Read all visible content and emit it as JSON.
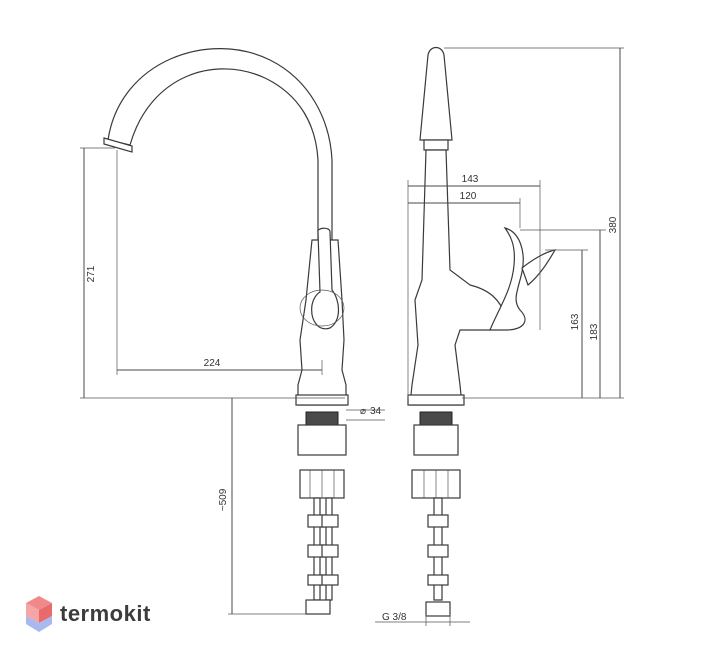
{
  "dimensions": {
    "height_spout": "271",
    "reach": "224",
    "diameter_symbol": "⌀",
    "diameter": "34",
    "hose_length": "~509",
    "handle_reach_total": "143",
    "handle_reach": "120",
    "handle_height": "163",
    "height_to_handle": "183",
    "total_height": "380",
    "thread": "G 3/8"
  },
  "brand": {
    "name": "termokit",
    "text_color": "#3c3c3c",
    "mark_colors": [
      "#f08a8a",
      "#e86a6a",
      "#b9c3f0",
      "#8fa3e6"
    ]
  }
}
